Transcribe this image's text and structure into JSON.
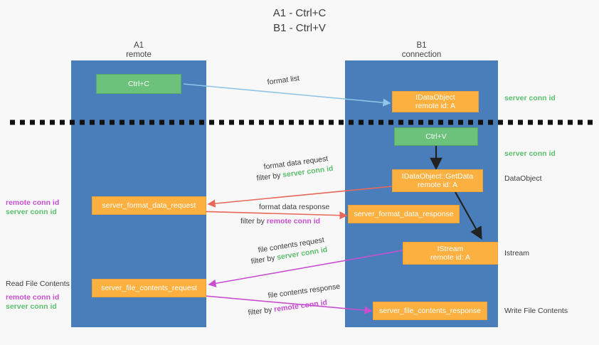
{
  "title": {
    "line1": "A1 - Ctrl+C",
    "line2": "B1 - Ctrl+V"
  },
  "lanes": [
    {
      "name": "A1",
      "sub": "remote",
      "color": "#4a7ebb"
    },
    {
      "name": "B1",
      "sub": "connection",
      "color": "#4a7ebb"
    }
  ],
  "colors": {
    "lane": "#4a7ebb",
    "green_box": "#6cc17b",
    "orange_box": "#fbb040",
    "server_conn_id": "#5cbf6e",
    "remote_conn_id": "#c84fd0",
    "arrow_format_list": "#8ec5e8",
    "arrow_format_data": "#e8675a",
    "arrow_file_contents": "#c84fd0",
    "arrow_flow": "#222222",
    "divider": "#111111",
    "background": "#f8f8f8"
  },
  "boxes": {
    "ctrl_c": {
      "line1": "Ctrl+C",
      "line2": ""
    },
    "ctrl_v": {
      "line1": "Ctrl+V",
      "line2": ""
    },
    "idataobject": {
      "line1": "IDataObject",
      "line2": "remote id: A"
    },
    "getdata": {
      "line1": "IDataObject::GetData",
      "line2": "remote id: A"
    },
    "istream": {
      "line1": "IStream",
      "line2": "remote id: A"
    },
    "format_data_request": {
      "line1": "server_format_data_request",
      "line2": ""
    },
    "format_data_response": {
      "line1": "server_format_data_response",
      "line2": ""
    },
    "file_contents_request": {
      "line1": "server_file_contents_request",
      "line2": ""
    },
    "file_contents_response": {
      "line1": "server_file_contents_response",
      "line2": ""
    }
  },
  "arrow_labels": {
    "format_list": "format list",
    "format_data_request": "format data request",
    "format_data_request_filter_prefix": "filter by ",
    "format_data_request_filter_id": "server conn id",
    "format_data_response": "format data response",
    "format_data_response_filter_prefix": "filter by ",
    "format_data_response_filter_id": "remote conn id",
    "file_contents_request": "file contents request",
    "file_contents_request_filter_prefix": "filter by ",
    "file_contents_request_filter_id": "server conn id",
    "file_contents_response": "file contents response",
    "file_contents_response_filter_prefix": "filter by ",
    "file_contents_response_filter_id": "remote conn id"
  },
  "right_annotations": [
    {
      "text": "server conn id",
      "kind": "server"
    },
    {
      "text": "server conn id",
      "kind": "server"
    },
    {
      "text": "DataObject",
      "kind": "plain"
    },
    {
      "text": "Istream",
      "kind": "plain"
    },
    {
      "text": "Write File Contents",
      "kind": "plain"
    }
  ],
  "left_annotations": {
    "group1": {
      "remote": "remote conn id",
      "server": "server conn id"
    },
    "read_file_contents": "Read File Contents",
    "group2": {
      "remote": "remote conn id",
      "server": "server conn id"
    }
  }
}
